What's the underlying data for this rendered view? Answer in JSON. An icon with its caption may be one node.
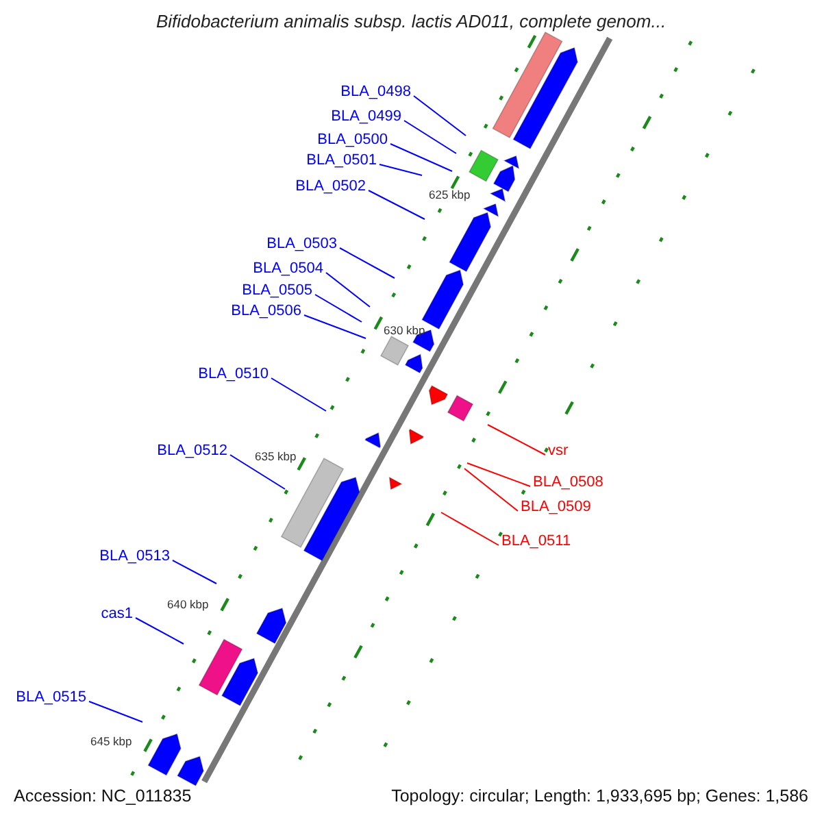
{
  "diagram": {
    "title": "Bifidobacterium animalis subsp. lactis AD011, complete genom...",
    "nodes": [
      {
        "text": [
          "BLA_0498"
        ]
      },
      {
        "text": [
          "BLA_0499"
        ]
      },
      {
        "text": [
          "BLA_0500"
        ]
      },
      {
        "text": [
          "BLA_0501"
        ]
      },
      {
        "text": [
          "BLA_0502"
        ]
      },
      {
        "text": [
          "BLA_0503"
        ]
      },
      {
        "text": [
          "BLA_0504"
        ]
      },
      {
        "text": [
          "BLA_0505"
        ]
      },
      {
        "text": [
          "BLA_0506"
        ]
      },
      {
        "text": [
          "BLA_0510"
        ]
      },
      {
        "text": [
          "vsr"
        ]
      },
      {
        "text": [
          "BLA_0512"
        ]
      },
      {
        "text": [
          "BLA_0508"
        ]
      },
      {
        "text": [
          "BLA_0509"
        ]
      },
      {
        "text": [
          "BLA_0511"
        ]
      },
      {
        "text": [
          "BLA_0513"
        ]
      },
      {
        "text": [
          "cas1"
        ]
      },
      {
        "text": [
          "BLA_0515"
        ]
      }
    ],
    "edges": [
      {
        "from": 0,
        "to": null,
        "arrow": "none"
      },
      {
        "from": 1,
        "to": null,
        "arrow": "none"
      },
      {
        "from": 2,
        "to": null,
        "arrow": "none"
      },
      {
        "from": 3,
        "to": null,
        "arrow": "none"
      },
      {
        "from": 4,
        "to": null,
        "arrow": "none"
      },
      {
        "from": 5,
        "to": null,
        "arrow": "none"
      },
      {
        "from": 6,
        "to": null,
        "arrow": "none"
      },
      {
        "from": 7,
        "to": null,
        "arrow": "none"
      },
      {
        "from": 8,
        "to": null,
        "arrow": "none"
      },
      {
        "from": 9,
        "to": null,
        "arrow": "none"
      },
      {
        "from": 10,
        "to": null,
        "arrow": "none",
        "color": "#ff0000"
      },
      {
        "from": 11,
        "to": null,
        "arrow": "none"
      },
      {
        "from": 12,
        "to": null,
        "arrow": "none",
        "color": "#ff0000"
      },
      {
        "from": 13,
        "to": null,
        "arrow": "none",
        "color": "#ff0000"
      },
      {
        "from": 14,
        "to": null,
        "arrow": "none",
        "color": "#ff0000"
      },
      {
        "from": 15,
        "to": null,
        "arrow": "none"
      },
      {
        "from": 16,
        "to": null,
        "arrow": "none"
      },
      {
        "from": 17,
        "to": null,
        "arrow": "none"
      }
    ],
    "labels": [
      "625 kbp",
      "630 kbp",
      "635 kbp",
      "640 kbp",
      "645 kbp",
      "Accession: NC_011835",
      "Topology: circular; Length: 1,933,695 bp; Genes: 1,586"
    ]
  }
}
